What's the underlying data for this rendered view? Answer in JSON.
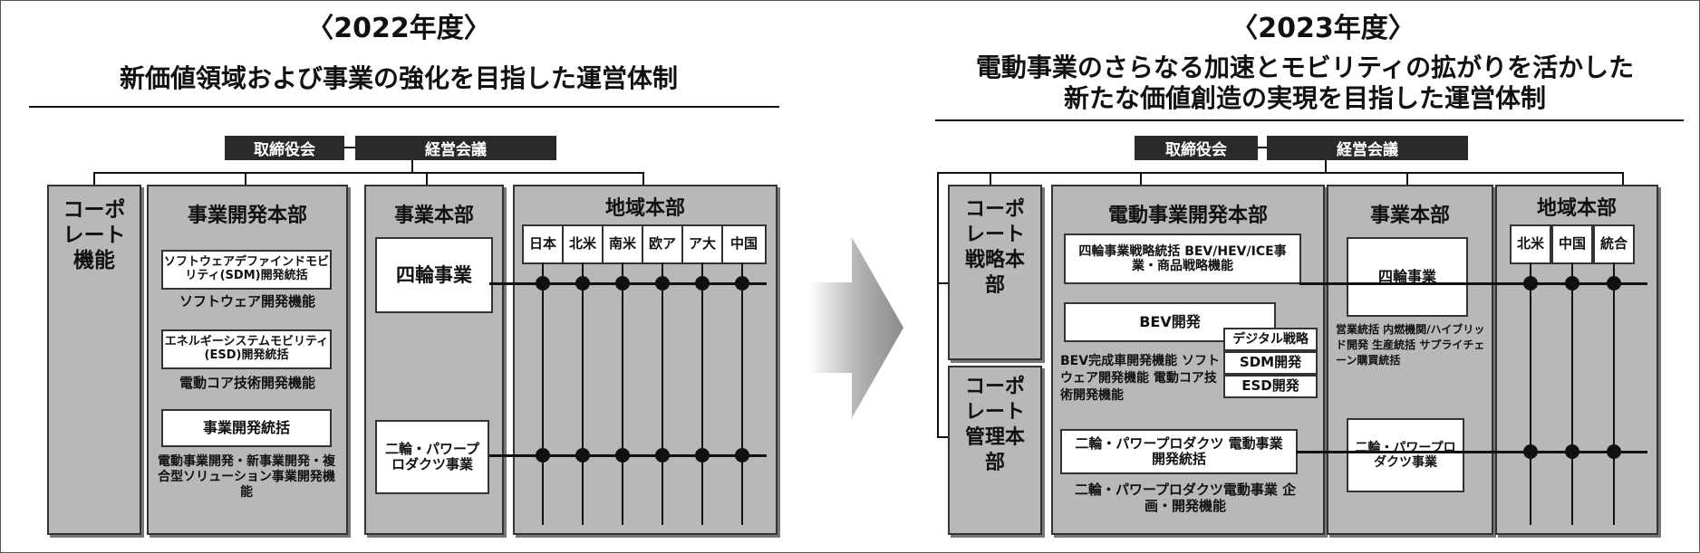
{
  "left": {
    "year": "〈2022年度〉",
    "heading": "新価値領域および事業の強化を目指した運営体制",
    "board": "取締役会",
    "exec": "経営会議",
    "corporate": "コーポレート機能",
    "bizdev": {
      "title": "事業開発本部",
      "sdm_box": "ソフトウェアデファインドモビリティ(SDM)開発統括",
      "sdm_text": "ソフトウェア開発機能",
      "esd_box": "エネルギーシステムモビリティ(ESD)開発統括",
      "esd_text": "電動コア技術開発機能",
      "bd_box": "事業開発統括",
      "bd_text": "電動事業開発・新事業開発・複合型ソリューション事業開発機能"
    },
    "business": {
      "title": "事業本部",
      "auto": "四輪事業",
      "moto": "二輪・パワープロダクツ事業"
    },
    "region": {
      "title": "地域本部",
      "cols": [
        "日本",
        "北米",
        "南米",
        "欧ア",
        "ア大",
        "中国"
      ]
    }
  },
  "right": {
    "year": "〈2023年度〉",
    "heading1": "電動事業のさらなる加速とモビリティの拡がりを活かした",
    "heading2": "新たな価値創造の実現を目指した運営体制",
    "board": "取締役会",
    "exec": "経営会議",
    "corp_strategy": "コーポレート戦略本部",
    "corp_admin": "コーポレート管理本部",
    "ev": {
      "title": "電動事業開発本部",
      "box1": "四輪事業戦略統括 BEV/HEV/ICE事業・商品戦略機能",
      "bev": "BEV開発",
      "digital": "デジタル戦略",
      "sdm": "SDM開発",
      "esd": "ESD開発",
      "text1": "BEV完成車開発機能 ソフトウェア開発機能 電動コア技術開発機能",
      "moto_box": "二輪・パワープロダクツ 電動事業開発統括",
      "moto_text": "二輪・パワープロダクツ電動事業 企画・開発機能"
    },
    "business": {
      "title": "事業本部",
      "auto": "四輪事業",
      "auto_text": "営業統括 内燃機関/ハイブリッド開発 生産統括 サプライチェーン購買統括",
      "moto": "二輪・パワープロダクツ事業"
    },
    "region": {
      "title": "地域本部",
      "cols": [
        "北米",
        "中国",
        "統合"
      ]
    }
  }
}
